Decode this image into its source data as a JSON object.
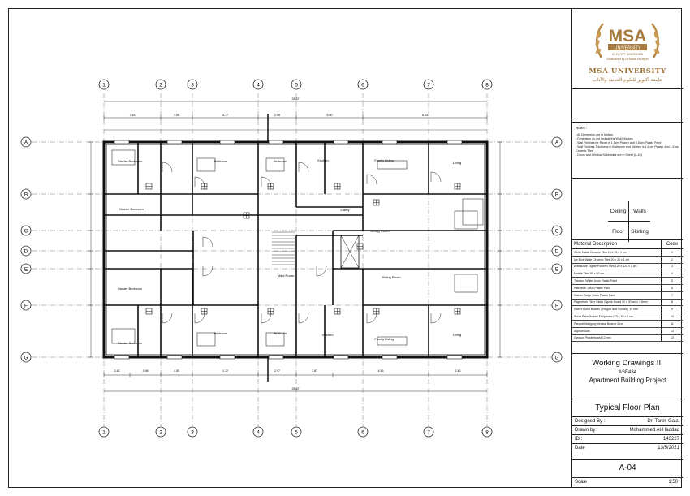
{
  "grid": {
    "columns": [
      "1",
      "2",
      "3",
      "4",
      "5",
      "6",
      "7",
      "8"
    ],
    "rows": [
      "A",
      "B",
      "C",
      "D",
      "E",
      "F",
      "G"
    ]
  },
  "dimensions": {
    "overall": "28.87",
    "top": [
      "7.45",
      "2.55",
      "4.77",
      "2.98",
      "6.80",
      "6.14"
    ],
    "bottom": [
      "2.42",
      "3.98",
      "4.55",
      "1.12",
      "2.97",
      "1.87",
      "4.53",
      "2.42"
    ]
  },
  "rooms": [
    {
      "label": "Master Bedroom"
    },
    {
      "label": "Bedroom"
    },
    {
      "label": "Bedroom"
    },
    {
      "label": "Kitchen"
    },
    {
      "label": "Family Living"
    },
    {
      "label": "Living"
    },
    {
      "label": "Master Bedroom"
    },
    {
      "label": "Lobby"
    },
    {
      "label": "Dining Room"
    },
    {
      "label": "Maid Room"
    },
    {
      "label": "Dining Room"
    },
    {
      "label": "Master Bedroom"
    },
    {
      "label": "Master Bedroom"
    },
    {
      "label": "Bedroom"
    },
    {
      "label": "Bedroom"
    },
    {
      "label": "Kitchen"
    },
    {
      "label": "Family Living"
    },
    {
      "label": "Living"
    }
  ],
  "logo": {
    "name": "MSA UNIVERSITY",
    "arabic": "جامعة أكتوبر للعلوم الحديثة والآداب",
    "ribbon": "UNIVERSITY",
    "established": "IN EGYPT SINCE 1996",
    "founder": "Established by Dr.Nawal El Degwi"
  },
  "notes": {
    "title": "Notes :",
    "lines": [
      "- All Dimension are in Meters",
      "- Dimension do not include the Wall Finishes",
      "- Wall Finishes for Room is 1.5cm Plaster and 0.5 cm Plastic Paint",
      "- Wall Finishes Thickness in Bathroom and Kitchen is 1.5 cm Plaster and 1.5 cm Ceramic Tiles",
      "- Doors and Window Schedules are in Sheet (A-10)"
    ]
  },
  "finish_legend": {
    "ceiling": "Ceiling",
    "walls": "Walls",
    "floor": "Floor",
    "skirting": "Skirting"
  },
  "materials": {
    "header_desc": "Material Description",
    "header_code": "Code",
    "rows": [
      {
        "desc": "White Matte Ceramic Tiles 15 x 15 x 1 cm",
        "code": "1"
      },
      {
        "desc": "Ice Blue Matte Ceramic Tiles 20 x 20 x 1 cm",
        "code": "2"
      },
      {
        "desc": "Antiskuwie Tilgate Porcelin Tiles 120 x 120 x 1 cm",
        "code": "3"
      },
      {
        "desc": "Marble Tiles 80 x 80 cm",
        "code": "4"
      },
      {
        "desc": "Titanium White Jotun Plastic Paint",
        "code": "5"
      },
      {
        "desc": "Pale Blue Jotun Plastic Paint",
        "code": "6"
      },
      {
        "desc": "Golden Beige Jotun Plastic Paint",
        "code": "7"
      },
      {
        "desc": "Pagenburn Fiber Glass Gypsle Board 30 x 30 cm x 1.8mm",
        "code": "8"
      },
      {
        "desc": "Sweet Wood Boards | Tongue and Groove | 19 mm",
        "code": "9"
      },
      {
        "desc": "Wood Palm Sudani Fishjointer 120 x 30 x 2 cm",
        "code": "10"
      },
      {
        "desc": "Parquet Mahgony Vertical Boards 2 cm",
        "code": "11"
      },
      {
        "desc": "Asphalt Dark",
        "code": "12"
      },
      {
        "desc": "Gypsum Plasterboard 12 mm",
        "code": "13"
      }
    ]
  },
  "title_block": {
    "course": "Working Drawings III",
    "code": "ASE434",
    "project": "Apartment Building Project",
    "sheet_title": "Typical Floor Plan",
    "designed_label": "Designed By :",
    "designed_value": "Dr. Tarek Galal",
    "drawn_label": "Drawn by :",
    "drawn_value": "Mohammed Al-Haddad",
    "id_label": "ID :",
    "id_value": "143227",
    "date_label": "Date",
    "date_value": "13/5/2021",
    "sheet_no": "A-04",
    "scale_label": "Scale",
    "scale_value": "1:50"
  }
}
